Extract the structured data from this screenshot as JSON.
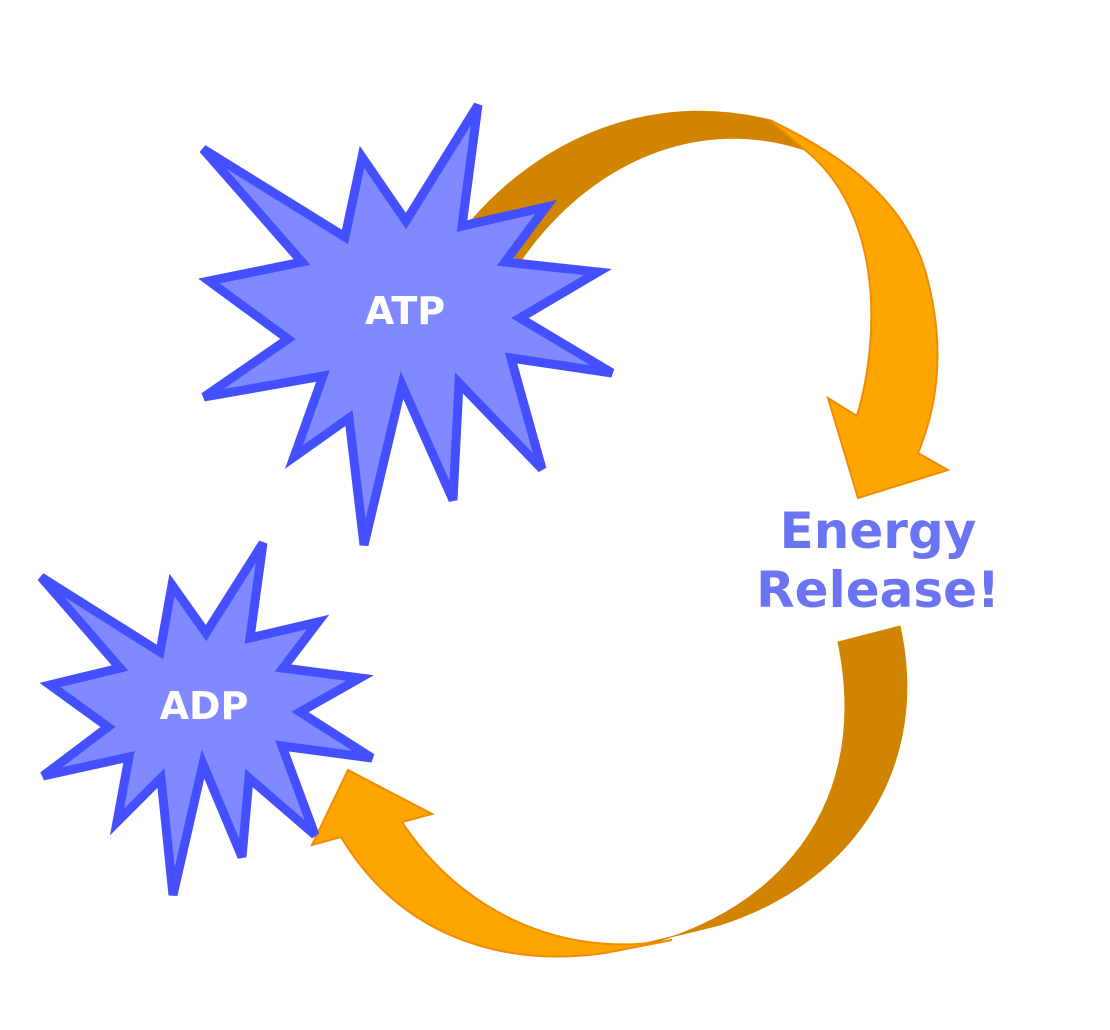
{
  "atp": {
    "label": "ATP"
  },
  "adp": {
    "label": "ADP"
  },
  "release": {
    "line1": "Energy",
    "line2": "Release!"
  },
  "colors": {
    "burst_fill": "#8089FF",
    "burst_stroke": "#4450FF",
    "arrow_light": "#FFA500",
    "arrow_dark": "#D08400",
    "arrow_stroke": "#F08C00",
    "release_text": "#6B74F2",
    "burst_text": "#FFFFFF"
  }
}
